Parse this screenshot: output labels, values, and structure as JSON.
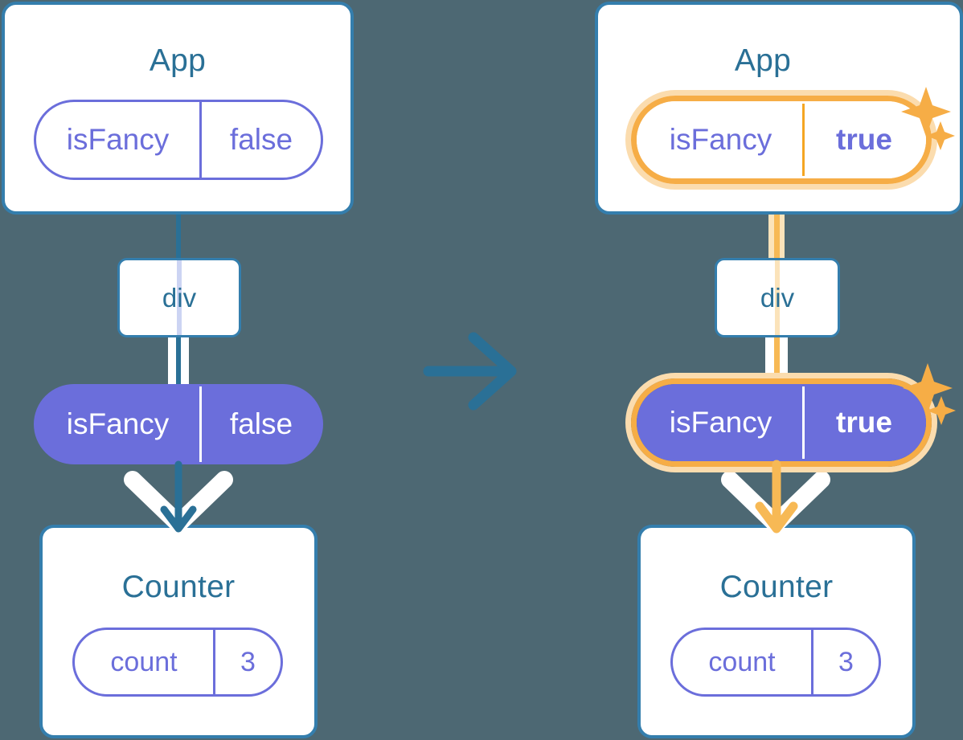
{
  "diagram": {
    "type": "react-state-flow-comparison",
    "background_color": "#4d6873",
    "transition_arrow": "arrow-right-icon"
  },
  "colors": {
    "background": "#4d6873",
    "box_border": "#347ead",
    "title_text": "#2a7096",
    "pill_purple": "#6b6edb",
    "pill_text_white": "#ffffff",
    "highlight_amber": "#f6ad46",
    "highlight_amber_soft": "#fbdcae",
    "thread_lavender": "#ccd4f3",
    "thread_amber": "#f7b955",
    "arrow_blue": "#2a7096",
    "arrow_white": "#ffffff"
  },
  "panels": [
    {
      "id": "before",
      "highlighted": false,
      "app": {
        "title": "App",
        "state": {
          "name": "isFancy",
          "value": "false",
          "style": "outline",
          "highlighted": false
        }
      },
      "div": {
        "label": "div"
      },
      "props": {
        "name": "isFancy",
        "value": "false",
        "style": "filled",
        "highlighted": false
      },
      "counter": {
        "title": "Counter",
        "state": {
          "name": "count",
          "value": "3",
          "style": "outline",
          "highlighted": false
        }
      },
      "sparkles": []
    },
    {
      "id": "after",
      "highlighted": true,
      "app": {
        "title": "App",
        "state": {
          "name": "isFancy",
          "value": "true",
          "style": "outline",
          "highlighted": true
        }
      },
      "div": {
        "label": "div"
      },
      "props": {
        "name": "isFancy",
        "value": "true",
        "style": "filled",
        "highlighted": true
      },
      "counter": {
        "title": "Counter",
        "state": {
          "name": "count",
          "value": "3",
          "style": "outline",
          "highlighted": false
        }
      },
      "sparkles": [
        "sparkle-large-icon",
        "sparkle-small-icon"
      ]
    }
  ]
}
